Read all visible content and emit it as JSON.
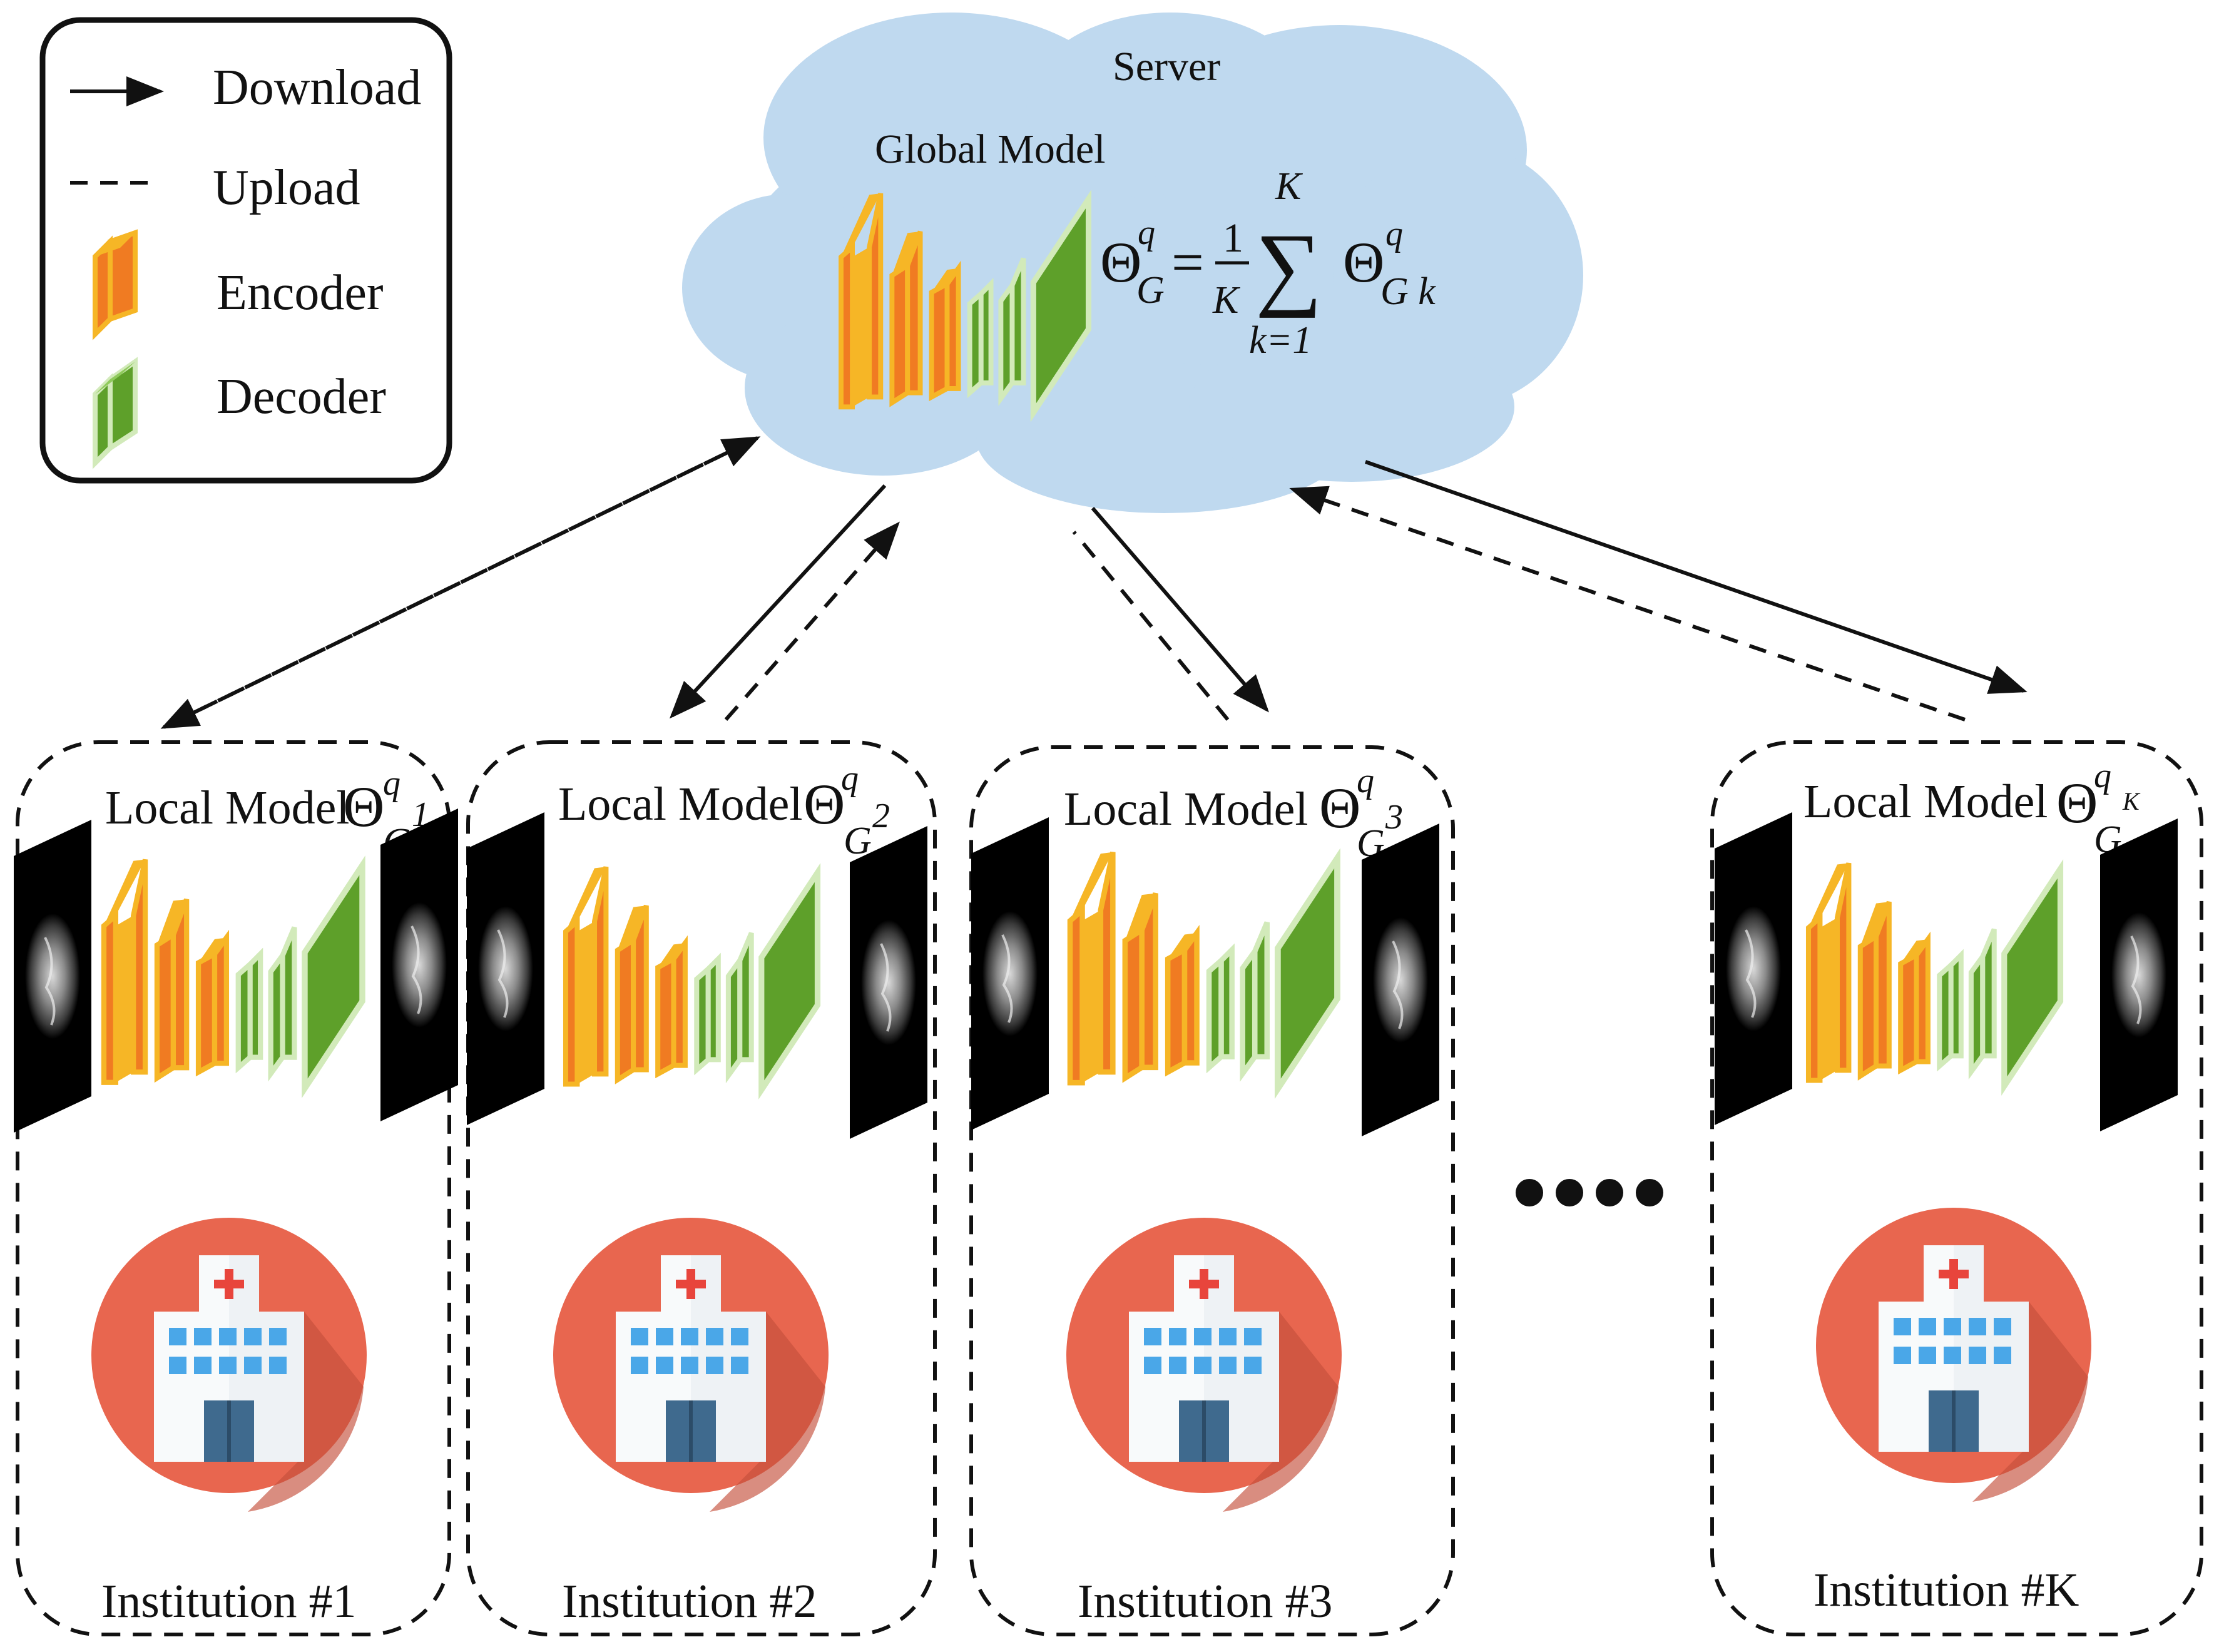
{
  "legend": {
    "download_label": "Download",
    "upload_label": "Upload",
    "encoder_label": "Encoder",
    "decoder_label": "Decoder"
  },
  "server": {
    "label": "Server",
    "global_model_label": "Global Model",
    "formula": {
      "theta": "Θ",
      "q": "q",
      "G": "G",
      "equals": "=",
      "one": "1",
      "K": "K",
      "sum": "∑",
      "k_eq_1": "k=1",
      "Gk": "G k"
    }
  },
  "institutions": [
    {
      "local_model_label": "Local Model",
      "theta": "Θ",
      "sup": "q",
      "sub": "G",
      "index": "1",
      "name": "Institution #1"
    },
    {
      "local_model_label": "Local Model",
      "theta": "Θ",
      "sup": "q",
      "sub": "G",
      "index": "2",
      "name": "Institution #2"
    },
    {
      "local_model_label": "Local Model",
      "theta": "Θ",
      "sup": "q",
      "sub": "G",
      "index": "3",
      "name": "Institution #3"
    },
    {
      "local_model_label": "Local Model",
      "theta": "Θ",
      "sup": "q",
      "sub": "G",
      "index": "K",
      "name": "Institution #K"
    }
  ],
  "colors": {
    "encoder_face": "#f07b22",
    "encoder_edge": "#f6b626",
    "decoder_face": "#5ea02a",
    "decoder_edge": "#d2eaba",
    "cloud": "#bfd9ef",
    "hospital_circle": "#e8664f",
    "hospital_shadow": "#c4503c",
    "cross": "#e8453c",
    "window": "#4aa7e8"
  }
}
